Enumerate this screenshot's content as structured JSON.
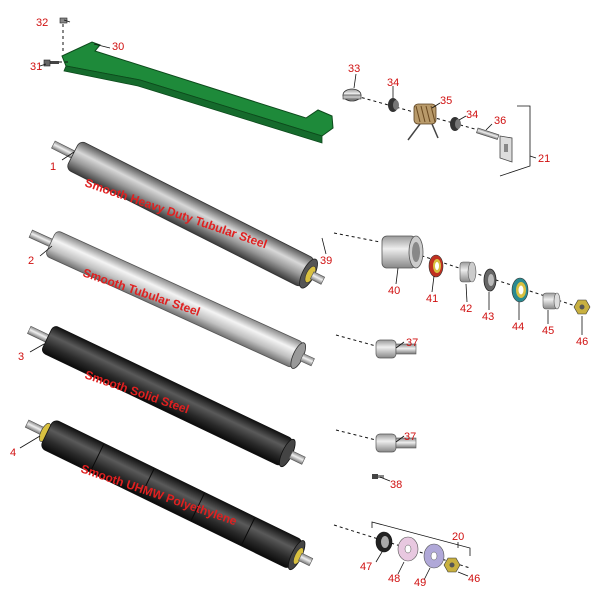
{
  "titles": {
    "roller1": "Smooth Heavy Duty Tubular Steel",
    "roller2": "Smooth Tubular Steel",
    "roller3": "Smooth Solid Steel",
    "roller4": "Smooth UHMW Polyethylene"
  },
  "callouts": {
    "c1": "1",
    "c2": "2",
    "c3": "3",
    "c4": "4",
    "c20": "20",
    "c21": "21",
    "c30": "30",
    "c31": "31",
    "c32": "32",
    "c33": "33",
    "c34a": "34",
    "c34b": "34",
    "c35": "35",
    "c36": "36",
    "c37a": "37",
    "c37b": "37",
    "c38": "38",
    "c39": "39",
    "c40": "40",
    "c41": "41",
    "c42": "42",
    "c43": "43",
    "c44": "44",
    "c45": "45",
    "c46a": "46",
    "c46b": "46",
    "c47": "47",
    "c48": "48",
    "c49": "49"
  },
  "colors": {
    "callout": "#d01010",
    "title": "#e02020",
    "scraper_bar": "#1e8a3a",
    "roller_heavy": "#8a8a8a",
    "roller_tubular": "#c8c8c8",
    "roller_solid": "#2a2a2a",
    "roller_uhmw": "#252525",
    "bearing_seal": "#d8c040"
  }
}
